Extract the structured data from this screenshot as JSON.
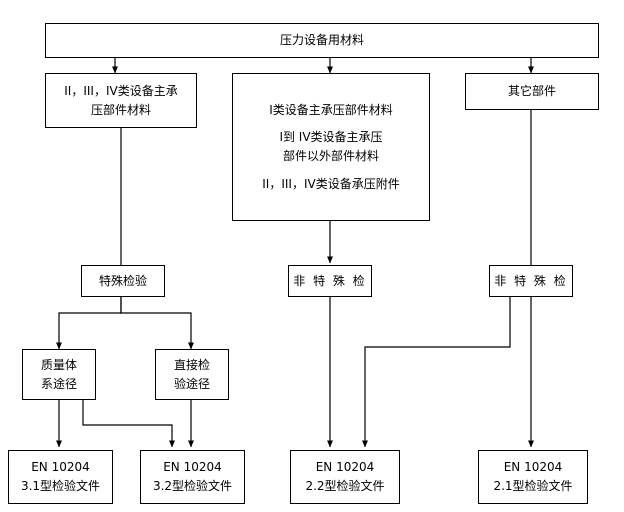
{
  "diagram": {
    "title": "压力设备用材料",
    "type": "flowchart",
    "orientation": "top-down",
    "root": {
      "label": "压力设备用材料"
    },
    "branches": [
      {
        "id": "branch-left",
        "category": {
          "lines": [
            "II，III，IV类设备主承",
            "压部件材料"
          ]
        },
        "inspection": {
          "label": "特殊检验"
        },
        "routes": [
          {
            "id": "route-quality-system",
            "lines": [
              "质量体",
              "系途径"
            ]
          },
          {
            "id": "route-direct-inspection",
            "lines": [
              "直接检",
              "验途径"
            ]
          }
        ],
        "documents": [
          {
            "id": "doc-3-1",
            "standard": "EN 10204",
            "type": "3.1型检验文件"
          },
          {
            "id": "doc-3-2",
            "standard": "EN 10204",
            "type": "3.2型检验文件"
          }
        ]
      },
      {
        "id": "branch-middle",
        "category": {
          "lines": [
            "I类设备主承压部件材料",
            "",
            "I到 IV类设备主承压",
            "部件以外部件材料",
            "",
            "II，III，IV类设备承压附件"
          ]
        },
        "inspection": {
          "label": "非 特 殊 检"
        },
        "documents": [
          {
            "id": "doc-2-2",
            "standard": "EN 10204",
            "type": "2.2型检验文件"
          }
        ]
      },
      {
        "id": "branch-right",
        "category": {
          "lines": [
            "其它部件"
          ]
        },
        "inspection": {
          "label": "非 特 殊 检"
        },
        "documents": [
          {
            "id": "doc-2-1",
            "standard": "EN 10204",
            "type": "2.1型检验文件"
          }
        ]
      }
    ],
    "colors": {
      "stroke": "#000000",
      "background": "#ffffff",
      "text": "#000000"
    }
  }
}
